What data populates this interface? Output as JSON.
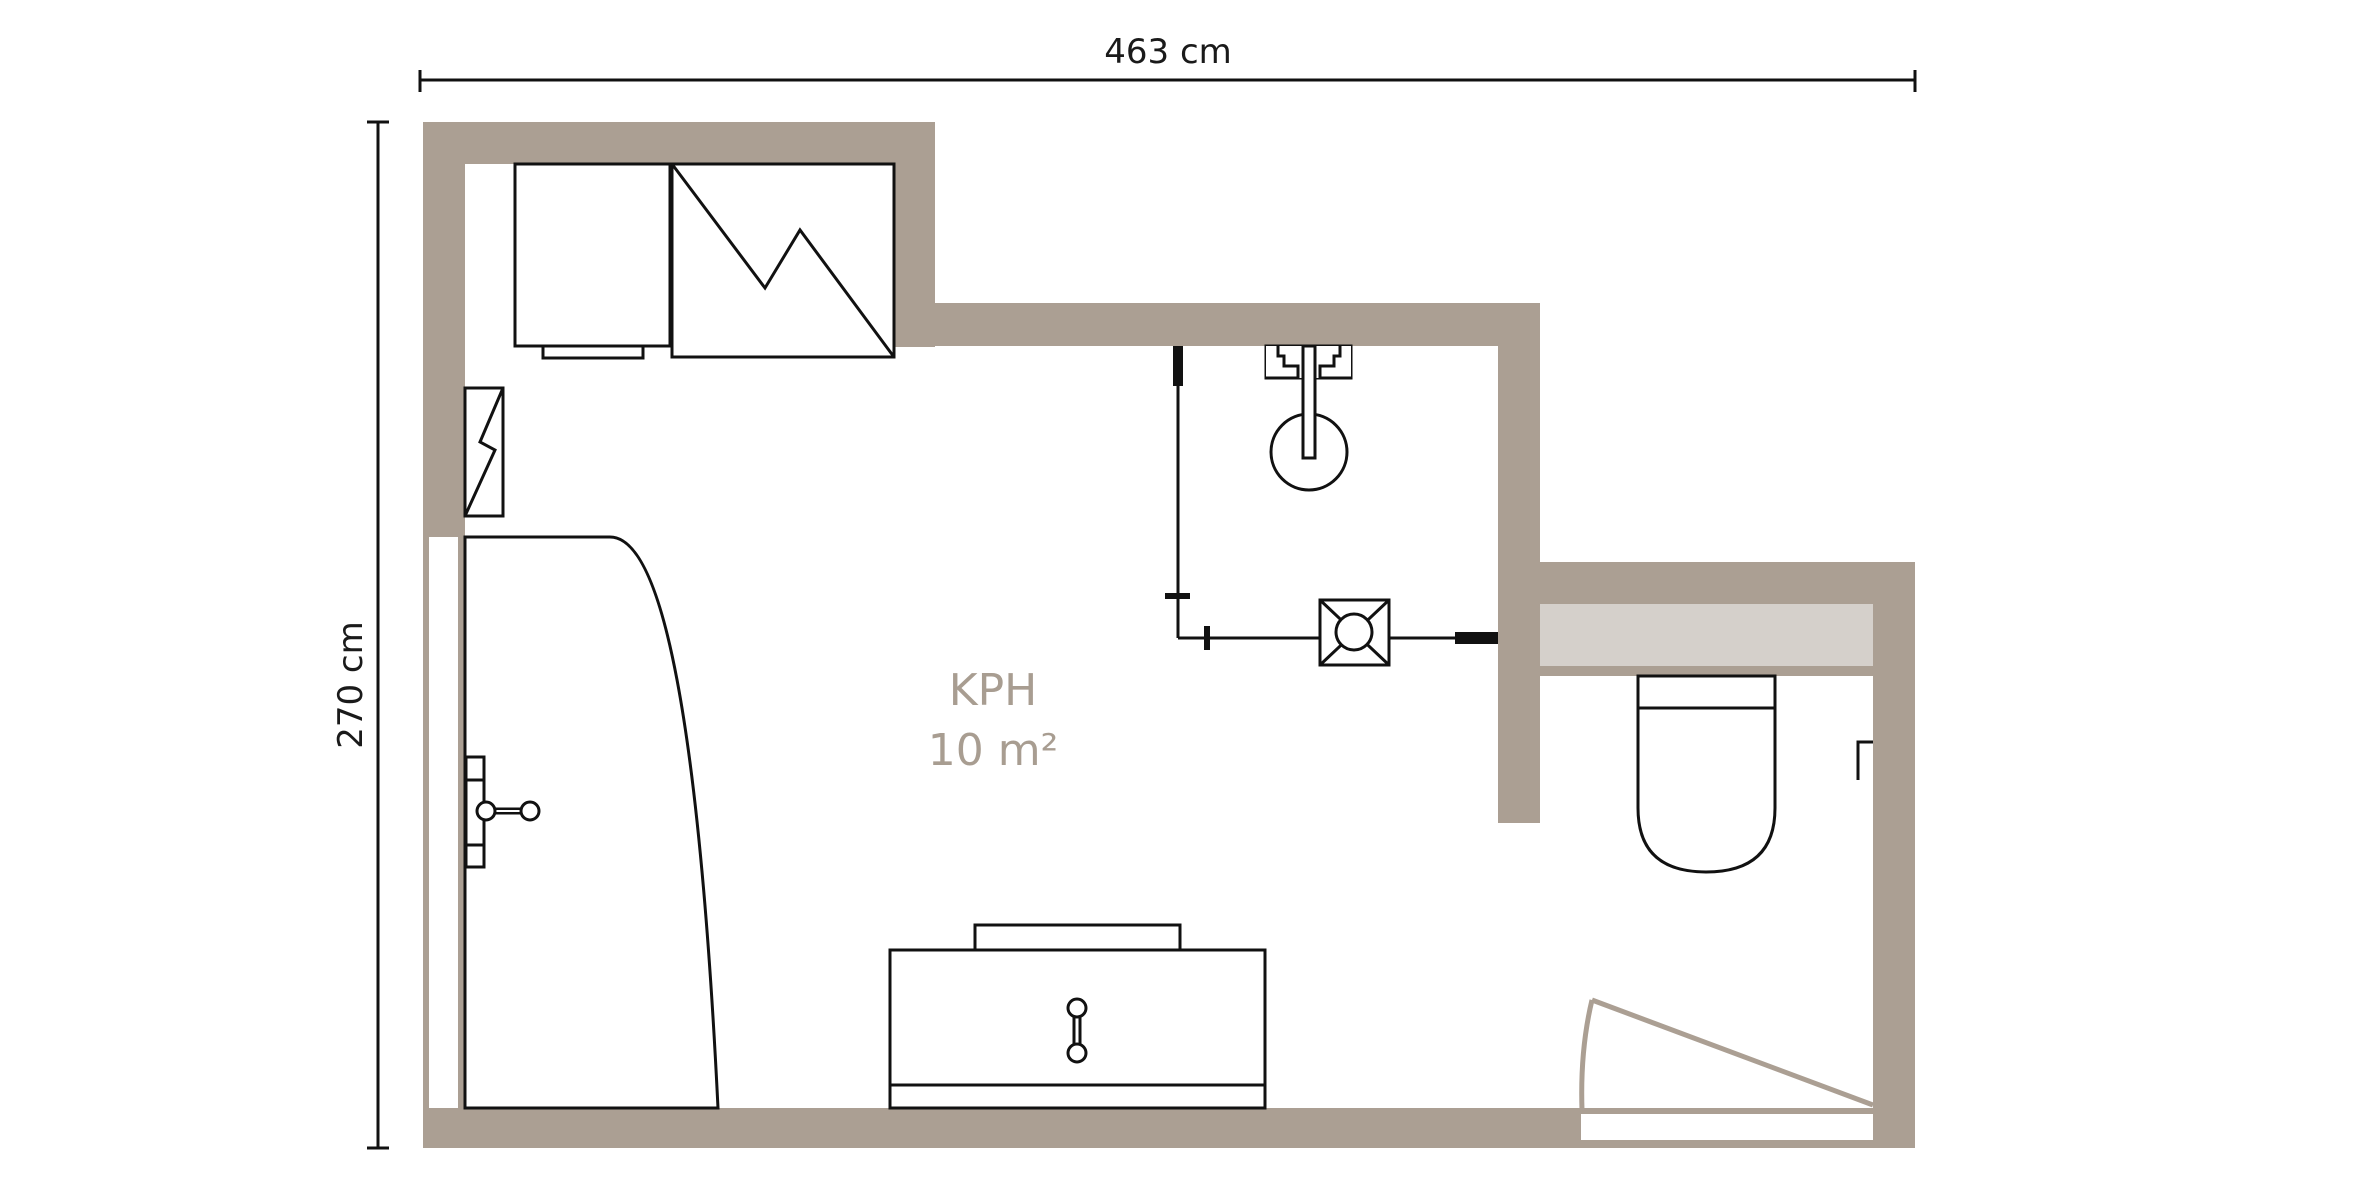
{
  "dimensions": {
    "width_label": "463 cm",
    "height_label": "270 cm"
  },
  "room": {
    "name": "KPH",
    "area": "10 m²"
  },
  "colors": {
    "wall": "#ab9f93",
    "window_sill": "#d5d0cb",
    "line": "#111111",
    "label": "#a89d91",
    "background": "#ffffff"
  }
}
